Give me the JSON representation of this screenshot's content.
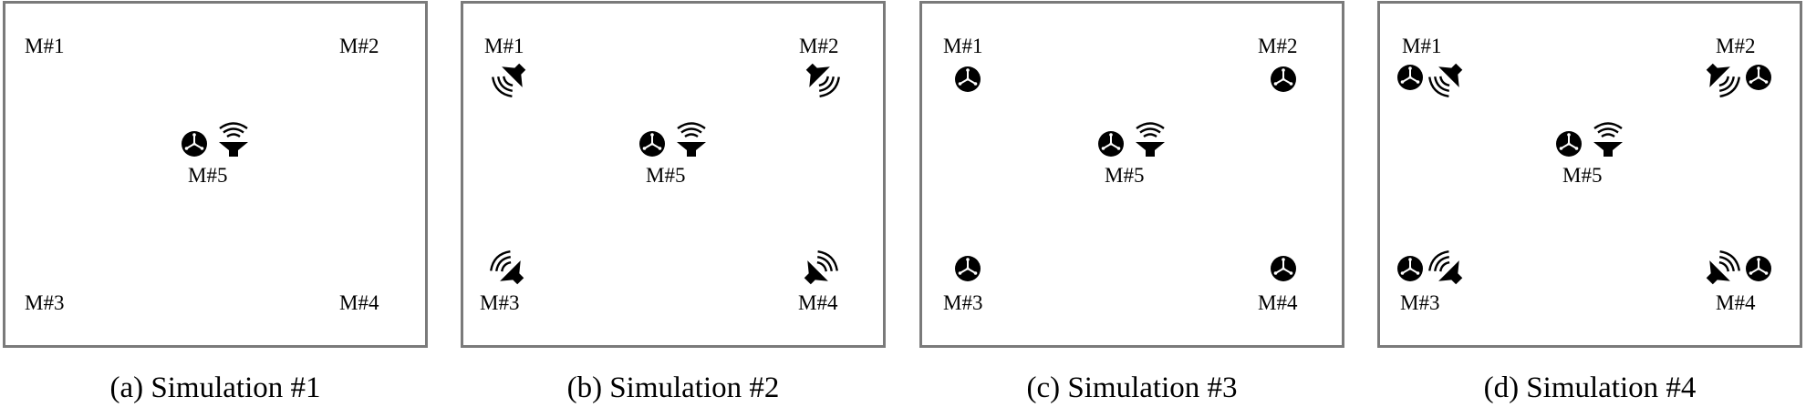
{
  "icon_names": {
    "microphone": "microphone-array-icon",
    "loudspeaker": "loudspeaker-icon"
  },
  "colors": {
    "frame": "#7a7a7a",
    "icon": "#000000",
    "background": "#ffffff"
  },
  "panels": [
    {
      "caption": "(a) Simulation #1",
      "labels": {
        "m1": "M#1",
        "m2": "M#2",
        "m3": "M#3",
        "m4": "M#4",
        "m5": "M#5"
      }
    },
    {
      "caption": "(b) Simulation #2",
      "labels": {
        "m1": "M#1",
        "m2": "M#2",
        "m3": "M#3",
        "m4": "M#4",
        "m5": "M#5"
      }
    },
    {
      "caption": "(c) Simulation #3",
      "labels": {
        "m1": "M#1",
        "m2": "M#2",
        "m3": "M#3",
        "m4": "M#4",
        "m5": "M#5"
      }
    },
    {
      "caption": "(d) Simulation #4",
      "labels": {
        "m1": "M#1",
        "m2": "M#2",
        "m3": "M#3",
        "m4": "M#4",
        "m5": "M#5"
      }
    }
  ]
}
